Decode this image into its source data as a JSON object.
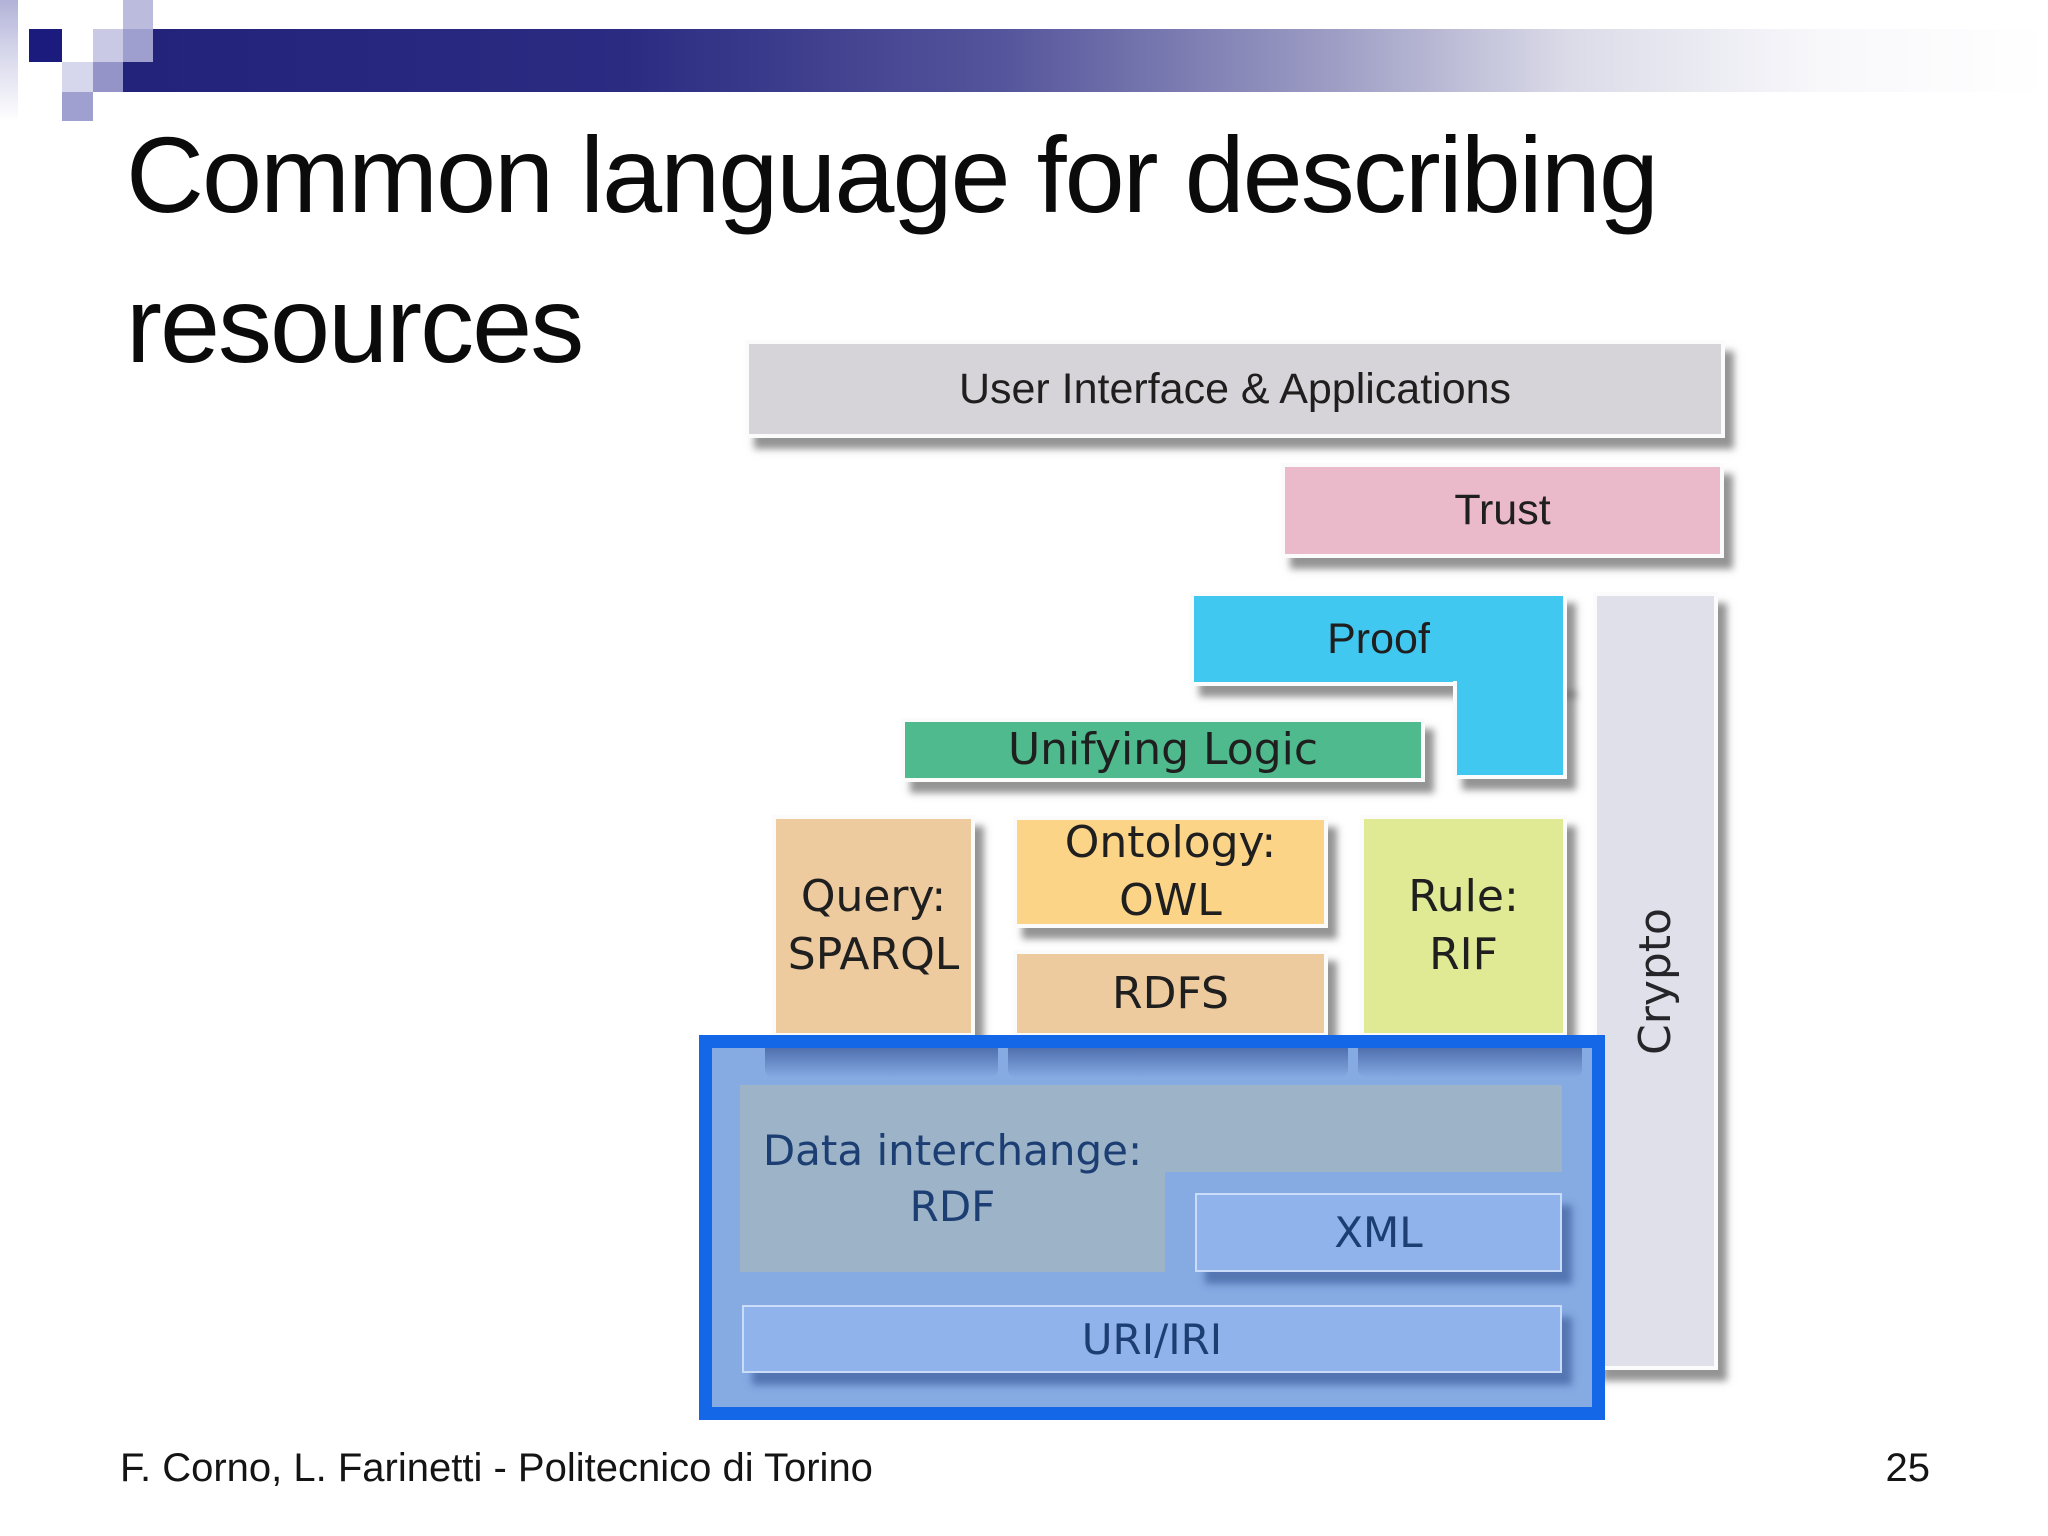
{
  "slide": {
    "title": {
      "line1": "Common language for describing",
      "line2": "resources"
    },
    "footer_text": "F. Corno, L. Farinetti - Politecnico di Torino",
    "page_number": "25"
  },
  "diagram": {
    "ui_apps": {
      "label": "User Interface & Applications",
      "fill": "#d7d4d9"
    },
    "trust": {
      "label": "Trust",
      "fill": "#eabaca"
    },
    "proof": {
      "label": "Proof",
      "fill": "#40c8f0"
    },
    "unifying_logic": {
      "label": "Unifying Logic",
      "fill": "#4fba8d"
    },
    "query": {
      "line1": "Query:",
      "line2": "SPARQL",
      "fill": "#eecb9e"
    },
    "ontology": {
      "line1": "Ontology:",
      "line2": "OWL",
      "fill": "#fbd488"
    },
    "rdfs": {
      "label": "RDFS",
      "fill": "#eecb9e"
    },
    "rule": {
      "line1": "Rule:",
      "line2": "RIF",
      "fill": "#e0e994"
    },
    "crypto": {
      "label": "Crypto",
      "fill": "#e0e0eb"
    },
    "highlight_box": {
      "border_color": "#1468e8",
      "fill": "#86abe3"
    },
    "data_interchange": {
      "line1": "Data interchange:",
      "line2": "RDF",
      "fill": "#9db4c8"
    },
    "xml": {
      "label": "XML",
      "fill": "#8fb3ea"
    },
    "uri": {
      "label": "URI/IRI",
      "fill": "#8fb3ea"
    },
    "accent_navy_bar": "#23237c",
    "label_color_dark": "#1f1f1f",
    "label_color_navy": "#1c3e73"
  }
}
